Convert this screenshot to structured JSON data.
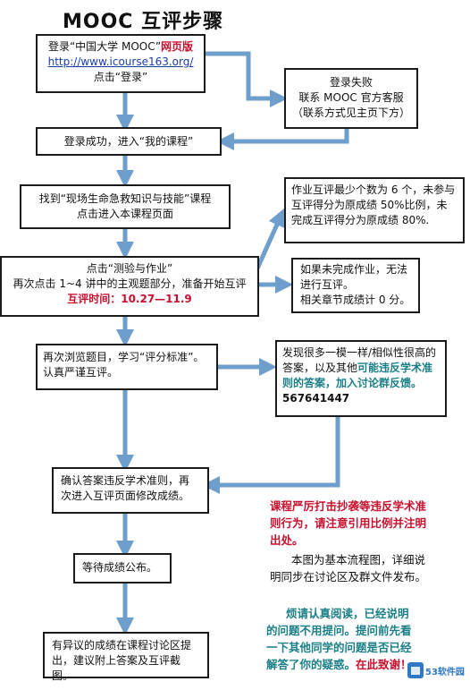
{
  "title": "MOOC 互评步骤",
  "steps": {
    "login": {
      "line1_prefix": "登录“中国大学 MOOC”",
      "line1_red": "网页版",
      "url": "http://www.icourse163.org/",
      "line3": "点击“登录”"
    },
    "login_fail": {
      "line1": "登录失败",
      "line2": "联系 MOOC 官方客服",
      "line3": "（联系方式见主页下方）"
    },
    "login_ok": "登录成功，进入“我的课程”",
    "find_course": {
      "line1": "找到“现场生命急救知识与技能”课程",
      "line2": "点击进入本课程页面"
    },
    "quiz": {
      "line1": "点击“测验与作业”",
      "line2": "再次点击 1~4 讲中的主观题部分，准备开始互评",
      "time_label": "互评时间：",
      "time_value": "10.27—11.9"
    },
    "rule_box": "作业互评最少个数为 6 个，未参与互评得分为原成绩 50%比例，未完成互评得分为原成绩 80%.",
    "unfinished": {
      "line1": "如果未完成作业，无法进行互评。",
      "line2": "相关章节成绩计 0 分。"
    },
    "review": {
      "line1": "再次浏览题目，学习“评分标准”。",
      "line2": "认真严谨互评。"
    },
    "report": {
      "text1": "发现很多一模一样/相似性很高的答案，以及其他",
      "text2": "可能违反学术准则的答案，加入讨论群反馈。",
      "number": "567641447"
    },
    "confirm": {
      "line1": "确认答案违反学术准则，再",
      "line2": "次进入互评页面修改成绩。"
    },
    "wait": "等待成绩公布。",
    "dispute": {
      "line1": "有异议的成绩在课程讨论区提",
      "line2": "出，建议附上答案及互评截图。"
    }
  },
  "notes": {
    "plagiarism": "课程严厉打击抄袭等违反学术准则行为，请注意引用比例并注明出处。",
    "basic": "本图为基本流程图，详细说明同步在讨论区及群文件发布。",
    "read_a": "烦请认真阅读，",
    "read_b": "已经说明的问题不用提问。提问前先看一下其他同学的问题是否已经解答了你的疑惑。",
    "read_c": "在此致谢！"
  },
  "watermark": "53软件园",
  "colors": {
    "arrow": "#6e9ecb",
    "red": "#c8102e",
    "teal": "#1a7f86",
    "link": "#1a3ea8"
  }
}
